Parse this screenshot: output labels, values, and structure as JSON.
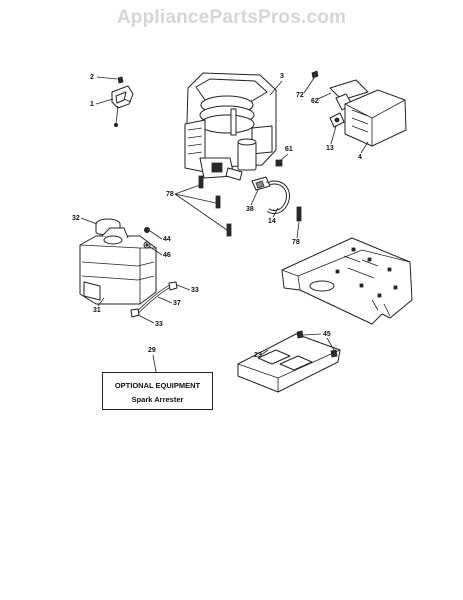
{
  "watermark": "AppliancePartsPros.com",
  "callouts": {
    "c1": "1",
    "c2": "2",
    "c3": "3",
    "c4": "4",
    "c13": "13",
    "c14": "14",
    "c23": "23",
    "c29": "29",
    "c31": "31",
    "c32": "32",
    "c33a": "33",
    "c33b": "33",
    "c37": "37",
    "c38": "38",
    "c44": "44",
    "c45": "45",
    "c46": "46",
    "c61": "61",
    "c62": "62",
    "c72": "72",
    "c78a": "78",
    "c78b": "78"
  },
  "optional_box": {
    "title": "OPTIONAL EQUIPMENT",
    "item": "Spark Arrester"
  }
}
